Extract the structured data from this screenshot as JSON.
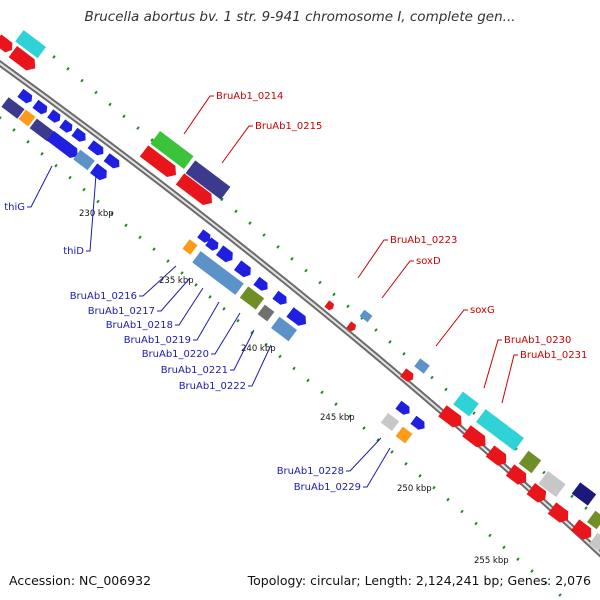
{
  "title": "Brucella abortus bv. 1 str. 9-941 chromosome I, complete gen...",
  "footer": {
    "accession": "Accession: NC_006932",
    "summary": "Topology: circular; Length: 2,124,241 bp; Genes: 2,076"
  },
  "scale_labels": [
    "230 kbp",
    "235 kbp",
    "240 kbp",
    "245 kbp",
    "250 kbp",
    "255 kbp"
  ],
  "gene_labels": [
    "BruAb1_0214",
    "BruAb1_0215",
    "BruAb1_0223",
    "soxD",
    "soxG",
    "BruAb1_0230",
    "BruAb1_0231",
    "thiG",
    "thiD",
    "BruAb1_0216",
    "BruAb1_0217",
    "BruAb1_0218",
    "BruAb1_0219",
    "BruAb1_0220",
    "BruAb1_0221",
    "BruAb1_0222",
    "BruAb1_0228",
    "BruAb1_0229"
  ],
  "colors": {
    "red_feature": "#e8161a",
    "blue_feature": "#1f1fe0",
    "green_feature": "#3bc43b",
    "navy_feature": "#3c3a8c",
    "steel_feature": "#5b93c8",
    "cyan_feature": "#2fd2d6",
    "orange_feature": "#ff9a1a",
    "olive_feature": "#6f8e27",
    "grey_feature": "#c7c7c7",
    "dark_grey_feature": "#707070",
    "tick_green": "#1e8a1e",
    "backbone": "#8f8f8f",
    "label_red": "#cc0000",
    "label_blue": "#1b1bb0"
  }
}
